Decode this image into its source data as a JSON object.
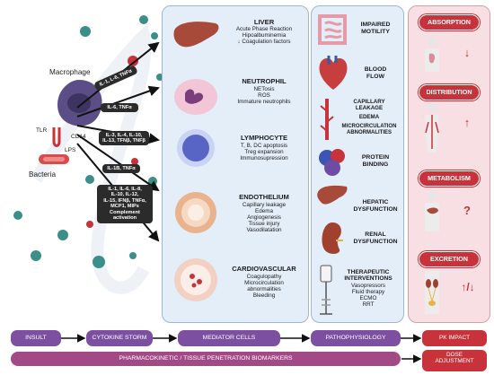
{
  "left": {
    "macrophage_label": "Macrophage",
    "tlr_label": "TLR",
    "cd14_label": "CD14",
    "lps_label": "LPS",
    "bacteria_label": "Bacteria",
    "cytokine_pills": [
      "IL-1, L-6, TNFα",
      "IL-6, TNFα",
      "IL-3, IL-4, IL-10,\nIL-13, TFNβ, TNFβ",
      "IL-1B, TNFα",
      "IL-1, IL-6, IL-8,\nIL-10, IL-12,\nIL-15, IFNβ, TNFα,\nMCP1, MIPs\nComplement\nactivation"
    ]
  },
  "mediators": [
    {
      "title": "LIVER",
      "lines": [
        "Acute Phase Reaction",
        "Hipoalbuminemia",
        "↓ Coagulation factors"
      ],
      "icon": "liver-icon"
    },
    {
      "title": "NEUTROPHIL",
      "lines": [
        "NETosis",
        "ROS",
        "Immature neutrophils"
      ],
      "icon": "neutrophil-icon"
    },
    {
      "title": "LYMPHOCYTE",
      "lines": [
        "T, B, DC apoptosis",
        "Treg expansion",
        "Immunosupression"
      ],
      "icon": "lymphocyte-icon"
    },
    {
      "title": "ENDOTHELIUM",
      "lines": [
        "Capillary leakage",
        "Edema",
        "Angiogenesis",
        "Tissue injury",
        "Vasodilatation"
      ],
      "icon": "endothelium-icon"
    },
    {
      "title": "CARDIOVASCULAR",
      "lines": [
        "Coagulopathy",
        "Microcirculation",
        "abnormalities",
        "Bleeding"
      ],
      "icon": "vessel-icon"
    }
  ],
  "pathophysiology": [
    {
      "lines": [
        "IMPAIRED",
        "MOTILITY"
      ],
      "icon": "intestine-icon"
    },
    {
      "lines": [
        "BLOOD",
        "FLOW"
      ],
      "icon": "heart-icon"
    },
    {
      "lines": [
        "CAPILLARY",
        "LEAKAGE",
        "EDEMA",
        "MICROCIRCULATION",
        "ABNORMALITIES"
      ],
      "icon": "capillary-icon"
    },
    {
      "lines": [
        "PROTEIN",
        "BINDING"
      ],
      "icon": "protein-icon"
    },
    {
      "lines": [
        "HEPATIC",
        "DYSFUNCTION"
      ],
      "icon": "liver-icon"
    },
    {
      "lines": [
        "RENAL",
        "DYSFUNCTION"
      ],
      "icon": "kidney-icon"
    },
    {
      "lines": [
        "THERAPEUTIC",
        "INTERVENTIONS"
      ],
      "sublines": [
        "Vasopressors",
        "Fluid therapy",
        "ECMO",
        "RRT"
      ],
      "icon": "iv-drip-icon"
    }
  ],
  "pk": [
    {
      "label": "ABSORPTION",
      "effect": "↓",
      "icon": "stomach-body-icon"
    },
    {
      "label": "DISTRIBUTION",
      "effect": "↑",
      "icon": "circulation-body-icon"
    },
    {
      "label": "METABOLISM",
      "effect": "?",
      "icon": "liver-body-icon"
    },
    {
      "label": "EXCRETION",
      "effect": "↑/↓",
      "icon": "kidney-body-icon"
    }
  ],
  "flow": {
    "items": [
      "INSULT",
      "CYTOKINE STORM",
      "MEDIATOR CELLS",
      "PATHOPHYSIOLOGY"
    ],
    "pk_impact": "PK IMPACT",
    "biomarkers": "PHARMACOKINETIC / TISSUE PENETRATION BIOMARKERS",
    "dose_line1": "DOSE",
    "dose_line2": "ADJUSTMENT"
  },
  "colors": {
    "accent_purple": "#7c4fa1",
    "biomarker_bar": "#a24a86",
    "pk_red": "#c8323b",
    "panel_blue": "#e4eef9",
    "panel_pink": "#f7dfe3"
  }
}
